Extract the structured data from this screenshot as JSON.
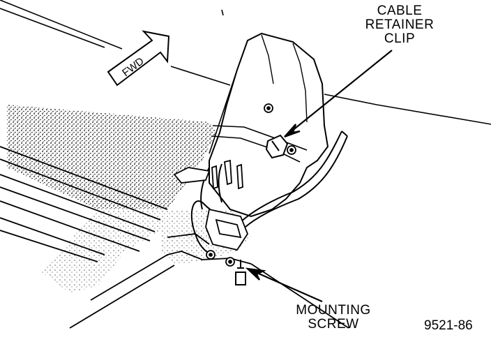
{
  "labels": {
    "cable_retainer_clip": [
      "CABLE",
      "RETAINER",
      "CLIP"
    ],
    "mounting_screw": [
      "MOUNTING",
      "SCREW"
    ],
    "fwd": "FWD",
    "figure_id": "9521-86"
  }
}
